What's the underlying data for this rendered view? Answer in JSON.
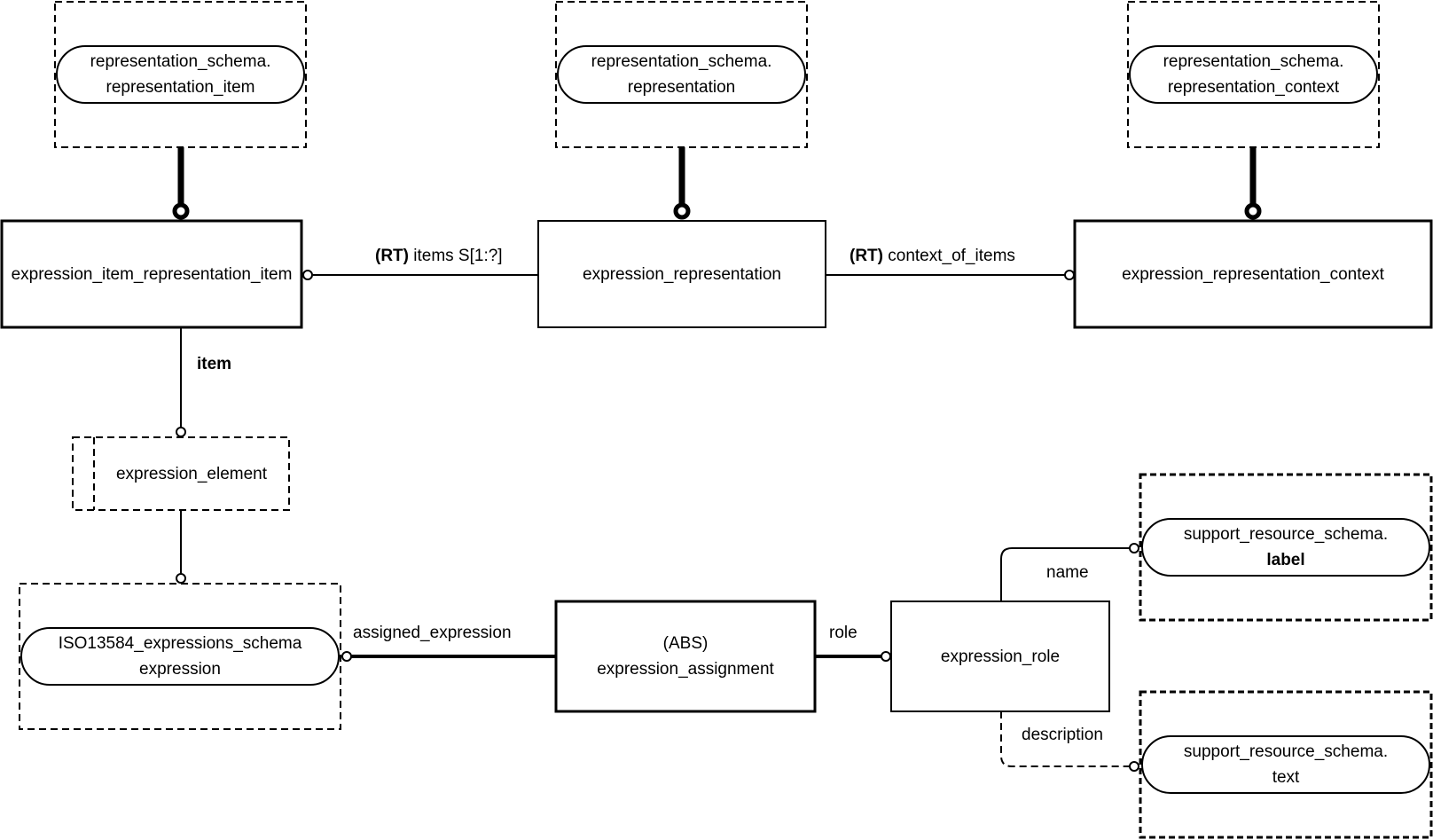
{
  "diagram": {
    "type": "EXPRESS-G entity diagram",
    "entities": {
      "expression_item_representation_item": "expression_item_representation_item",
      "expression_representation": "expression_representation",
      "expression_representation_context": "expression_representation_context",
      "expression_assignment_prefix": "(ABS)",
      "expression_assignment": "expression_assignment",
      "expression_role": "expression_role"
    },
    "select_types": {
      "expression_element": "expression_element"
    },
    "references": {
      "rep_item_line1": "representation_schema.",
      "rep_item_line2": "representation_item",
      "rep_line1": "representation_schema.",
      "rep_line2": "representation",
      "rep_ctx_line1": "representation_schema.",
      "rep_ctx_line2": "representation_context",
      "expr_line1": "ISO13584_expressions_schema",
      "expr_line2": "expression",
      "label_line1": "support_resource_schema.",
      "label_line2": "label",
      "text_line1": "support_resource_schema.",
      "text_line2": "text"
    },
    "relationships": {
      "items_prefix": "(RT)",
      "items": " items S[1:?]",
      "context_prefix": "(RT)",
      "context_of_items": " context_of_items",
      "item": "item",
      "assigned_expression": "assigned_expression",
      "role": "role",
      "name": "name",
      "description": "description"
    }
  }
}
